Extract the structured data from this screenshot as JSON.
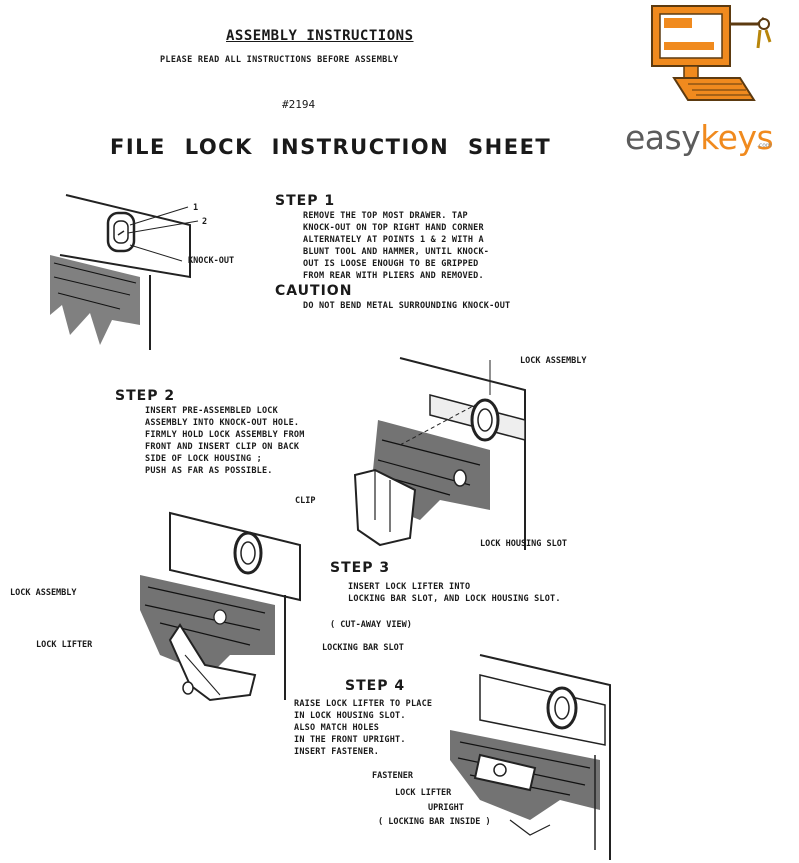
{
  "header": {
    "title": "ASSEMBLY INSTRUCTIONS",
    "subtitle": "PLEASE READ ALL INSTRUCTIONS BEFORE ASSEMBLY",
    "doc_number": "#2194",
    "main_title": "FILE LOCK INSTRUCTION SHEET"
  },
  "logo": {
    "easy": "easy",
    "keys": "keys",
    "domain": ".com",
    "brand_color": "#f08a1e",
    "text_color": "#5c5c5c"
  },
  "step1": {
    "heading": "STEP 1",
    "text": "REMOVE THE TOP MOST DRAWER. TAP\nKNOCK-OUT ON TOP RIGHT HAND CORNER\nALTERNATELY AT POINTS 1 & 2 WITH A\nBLUNT TOOL AND HAMMER, UNTIL KNOCK-\nOUT IS LOOSE ENOUGH TO BE GRIPPED\nFROM REAR WITH PLIERS AND REMOVED.",
    "caution_heading": "CAUTION",
    "caution_text": "DO NOT BEND METAL SURROUNDING KNOCK-OUT",
    "labels": {
      "point1": "1",
      "point2": "2",
      "knockout": "KNOCK-OUT"
    }
  },
  "step2": {
    "heading": "STEP 2",
    "text": "INSERT PRE-ASSEMBLED LOCK\nASSEMBLY INTO KNOCK-OUT HOLE.\nFIRMLY HOLD LOCK ASSEMBLY FROM\nFRONT AND INSERT CLIP ON BACK\nSIDE OF LOCK HOUSING ;\nPUSH AS FAR AS POSSIBLE.",
    "labels": {
      "lock_assembly": "LOCK ASSEMBLY",
      "clip": "CLIP",
      "lock_housing_slot": "LOCK HOUSING SLOT"
    }
  },
  "step3": {
    "heading": "STEP 3",
    "text": "INSERT LOCK LIFTER INTO\nLOCKING BAR SLOT, AND LOCK HOUSING SLOT.",
    "labels": {
      "lock_assembly": "LOCK ASSEMBLY",
      "lock_lifter": "LOCK LIFTER",
      "cutaway": "( CUT-AWAY VIEW)",
      "locking_bar_slot": "LOCKING BAR SLOT"
    }
  },
  "step4": {
    "heading": "STEP 4",
    "text": "RAISE LOCK LIFTER TO PLACE\nIN LOCK HOUSING SLOT.\nALSO MATCH HOLES\nIN THE FRONT UPRIGHT.\nINSERT FASTENER.",
    "labels": {
      "fastener": "FASTENER",
      "lock_lifter": "LOCK LIFTER",
      "upright": "UPRIGHT",
      "locking_bar_inside": "( LOCKING BAR INSIDE )"
    }
  }
}
